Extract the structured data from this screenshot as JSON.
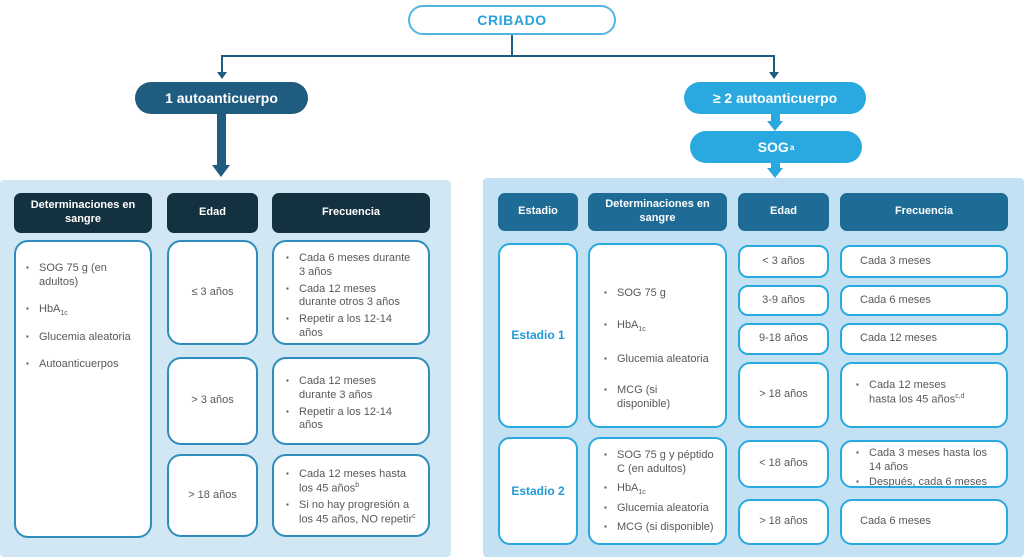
{
  "colors": {
    "dark_teal": "#1f5c7f",
    "bright_blue": "#29a9e0",
    "navy_header": "#14313f",
    "teal_header": "#1e6b96",
    "panel_left_bg": "#d2e7f4",
    "panel_right_bg": "#c3e1f2",
    "left_cell_border": "#2f8cbd",
    "cell_text": "#58595b",
    "stage_label_blue": "#2499d6",
    "cribado_text": "#2aa3dc"
  },
  "flow": {
    "root_label": "CRIBADO",
    "left_branch_label": "1 autoanticuerpo",
    "right_branch_label": "≥ 2 autoanticuerpo",
    "sog_label": "SOG",
    "sog_sup": "a"
  },
  "left_table": {
    "headers": {
      "blood": "Determinaciones en sangre",
      "age": "Edad",
      "frequency": "Frecuencia"
    },
    "blood_tests": [
      {
        "base": "SOG 75 g (en adultos)"
      },
      {
        "base": "HbA",
        "sub": "1c"
      },
      {
        "base": "Glucemia aleatoria"
      },
      {
        "base": "Autoanticuerpos"
      }
    ],
    "rows": [
      {
        "age": "≤ 3 años",
        "frequency": [
          {
            "base": "Cada 6 meses durante 3 años"
          },
          {
            "base": "Cada 12 meses durante otros 3 años"
          },
          {
            "base": "Repetir a los 12-14 años"
          }
        ]
      },
      {
        "age": "> 3 años",
        "frequency": [
          {
            "base": "Cada 12 meses durante 3 años"
          },
          {
            "base": "Repetir a los 12-14 años"
          }
        ]
      },
      {
        "age": "> 18 años",
        "frequency": [
          {
            "base": "Cada 12 meses hasta los 45 años",
            "sup": "b"
          },
          {
            "base": "Si no hay progresión a los 45 años, NO repetir",
            "sup": "c"
          }
        ]
      }
    ]
  },
  "right_table": {
    "headers": {
      "stage": "Estadio",
      "blood": "Determinaciones en sangre",
      "age": "Edad",
      "frequency": "Frecuencia"
    },
    "stage1": {
      "label": "Estadio 1",
      "blood_tests": [
        {
          "base": "SOG 75 g"
        },
        {
          "base": "HbA",
          "sub": "1c"
        },
        {
          "base": "Glucemia aleatoria"
        },
        {
          "base": "MCG (si disponible)"
        }
      ],
      "rows": [
        {
          "age": "< 3 años",
          "frequency": [
            {
              "base": "Cada 3 meses"
            }
          ]
        },
        {
          "age": "3-9 años",
          "frequency": [
            {
              "base": "Cada 6 meses"
            }
          ]
        },
        {
          "age": "9-18 años",
          "frequency": [
            {
              "base": "Cada 12 meses"
            }
          ]
        },
        {
          "age": "> 18 años",
          "frequency": [
            {
              "base": "Cada 12 meses hasta los 45 años",
              "sup": "c,d"
            }
          ]
        }
      ]
    },
    "stage2": {
      "label": "Estadio 2",
      "blood_tests": [
        {
          "base": "SOG 75 g y péptido C (en adultos)"
        },
        {
          "base": "HbA",
          "sub": "1c"
        },
        {
          "base": "Glucemia aleatoria"
        },
        {
          "base": "MCG (si disponible)"
        }
      ],
      "rows": [
        {
          "age": "< 18 años",
          "frequency": [
            {
              "base": "Cada 3 meses hasta los 14 años"
            },
            {
              "base": "Después, cada 6 meses"
            }
          ]
        },
        {
          "age": "> 18 años",
          "frequency": [
            {
              "base": "Cada 6 meses"
            }
          ]
        }
      ]
    }
  }
}
